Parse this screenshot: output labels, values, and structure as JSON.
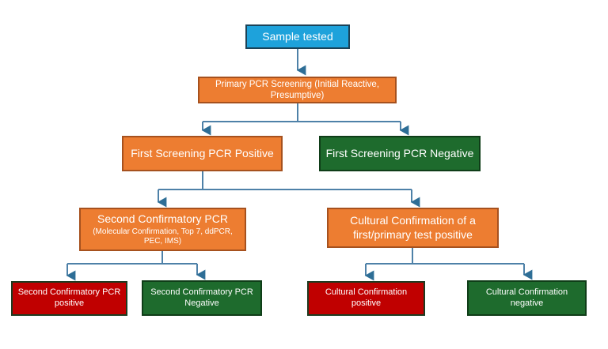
{
  "colors": {
    "node_blue_fill": "#1ea2db",
    "node_blue_border": "#1b4257",
    "node_orange_fill": "#ed7d31",
    "node_orange_border": "#a6511e",
    "node_green_fill": "#1e6b2d",
    "node_green_border": "#0f3d18",
    "node_red_fill": "#c00000",
    "node_red_border": "#1e3b20",
    "connector": "#4e81a8",
    "arrowhead": "#2e6e96",
    "text": "#ffffff"
  },
  "nodes": {
    "sample_tested": {
      "label": "Sample tested"
    },
    "primary_screening": {
      "label": "Primary PCR Screening (Initial Reactive, Presumptive)"
    },
    "first_screening_positive": {
      "label": "First Screening PCR Positive"
    },
    "first_screening_negative": {
      "label": "First Screening PCR Negative"
    },
    "second_confirmatory": {
      "label": "Second Confirmatory PCR",
      "sublabel": "(Molecular Confirmation, Top 7, ddPCR, PEC, IMS)"
    },
    "cultural_confirmation": {
      "label": "Cultural Confirmation of a first/primary test positive"
    },
    "second_confirmatory_positive": {
      "label": "Second Confirmatory PCR positive"
    },
    "second_confirmatory_negative": {
      "label": "Second Confirmatory PCR Negative"
    },
    "cultural_confirmation_positive": {
      "label": "Cultural Confirmation positive"
    },
    "cultural_confirmation_negative": {
      "label": "Cultural Confirmation negative"
    }
  }
}
